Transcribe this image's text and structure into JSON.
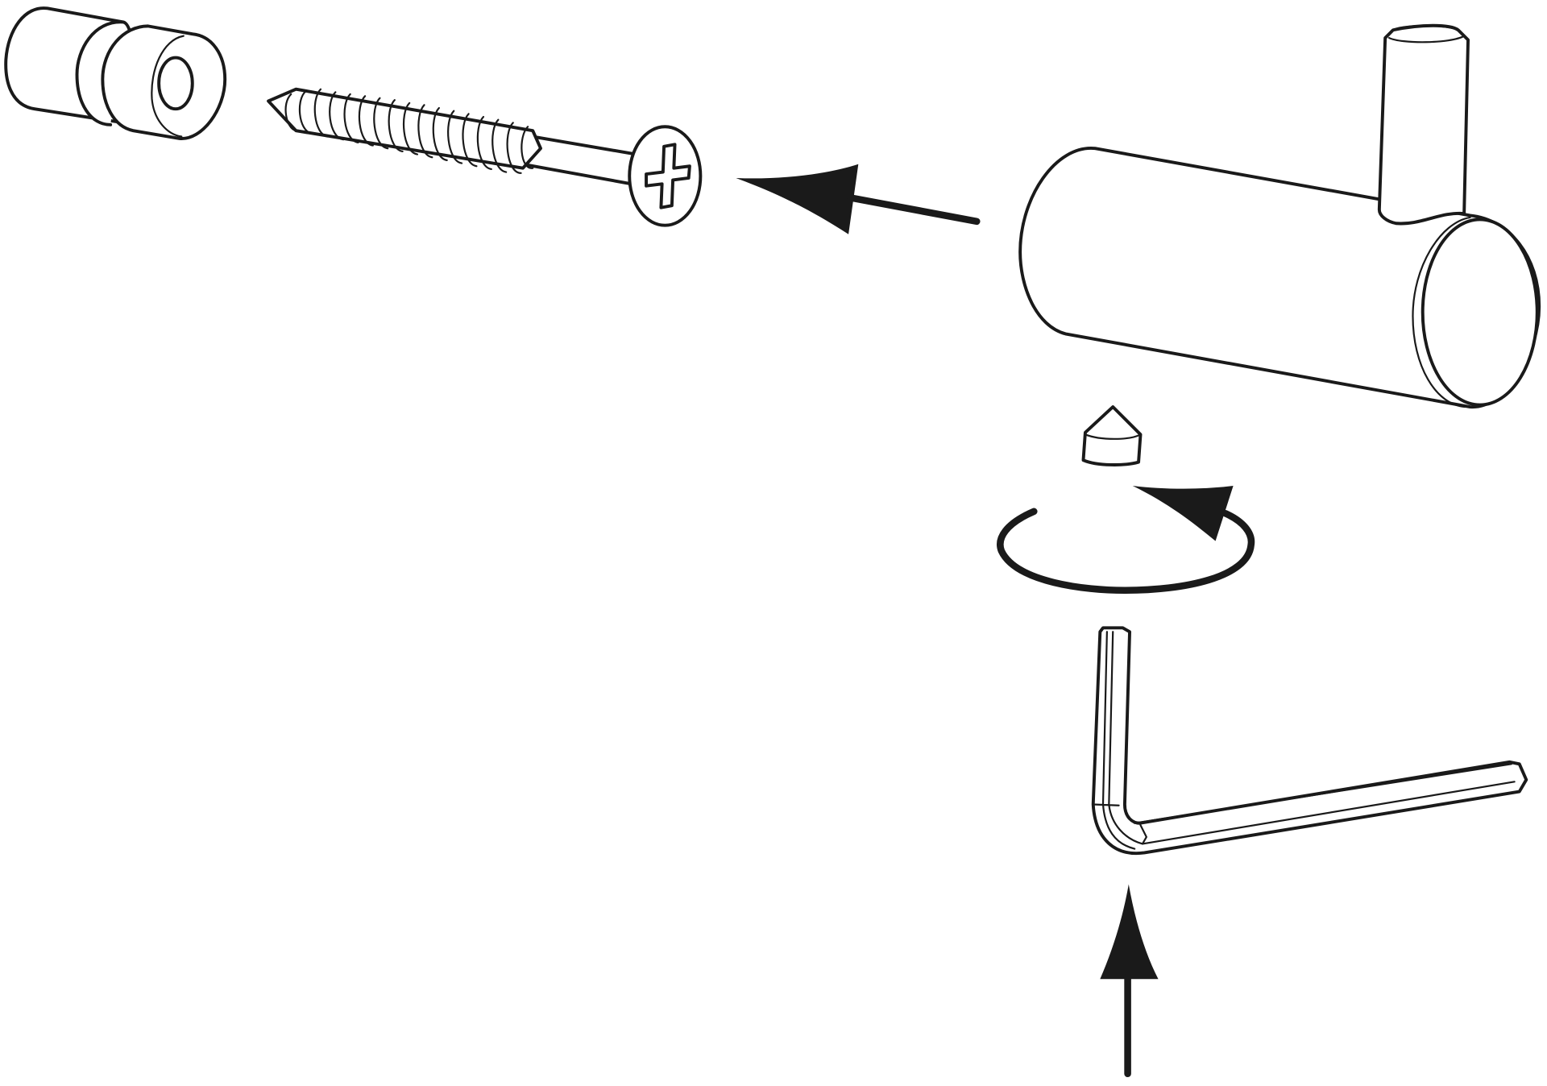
{
  "diagram": {
    "type": "assembly-instruction",
    "parts": [
      "wall-plug",
      "screw",
      "hook",
      "grub-screw",
      "hex-key"
    ],
    "colors": {
      "line": "#1a1a1a",
      "background": "#ffffff"
    }
  }
}
